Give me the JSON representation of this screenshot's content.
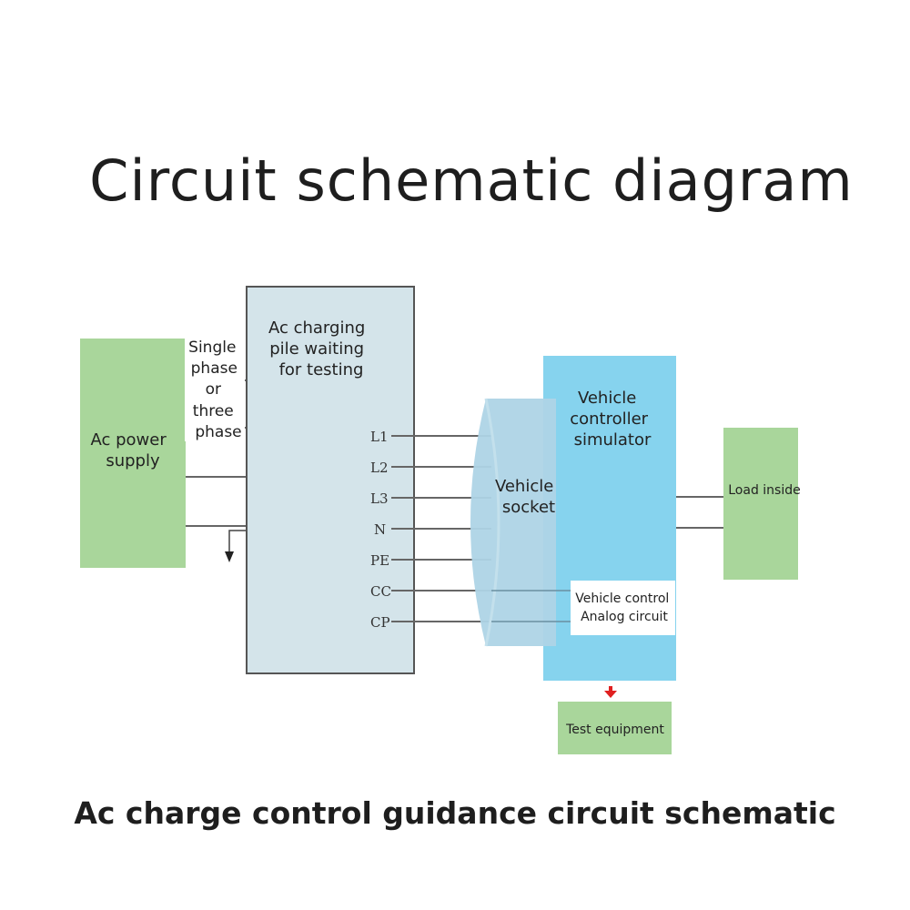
{
  "title": "Circuit schematic diagram",
  "caption": "Ac charge control guidance circuit schematic",
  "blocks": {
    "ac_power_supply": [
      "Ac power",
      "supply"
    ],
    "phase_note": [
      "Single",
      "phase",
      "or",
      "three",
      "phase"
    ],
    "charging_pile": [
      "Ac charging",
      "pile waiting",
      "for testing"
    ],
    "vehicle_socket": [
      "Vehicle",
      "socket"
    ],
    "vehicle_controller": [
      "Vehicle",
      "controller",
      "simulator"
    ],
    "analog_circuit": [
      "Vehicle control",
      "Analog circuit"
    ],
    "load": "Load inside",
    "test_equipment": "Test equipment"
  },
  "pins": [
    "L1",
    "L2",
    "L3",
    "N",
    "PE",
    "CC",
    "CP"
  ],
  "colors": {
    "green": "#a9d69b",
    "pile": "#d4e4ea",
    "blue": "#86d3ee",
    "socket": "#aed4e6",
    "line": "#555555",
    "arrow": "#e02020"
  }
}
